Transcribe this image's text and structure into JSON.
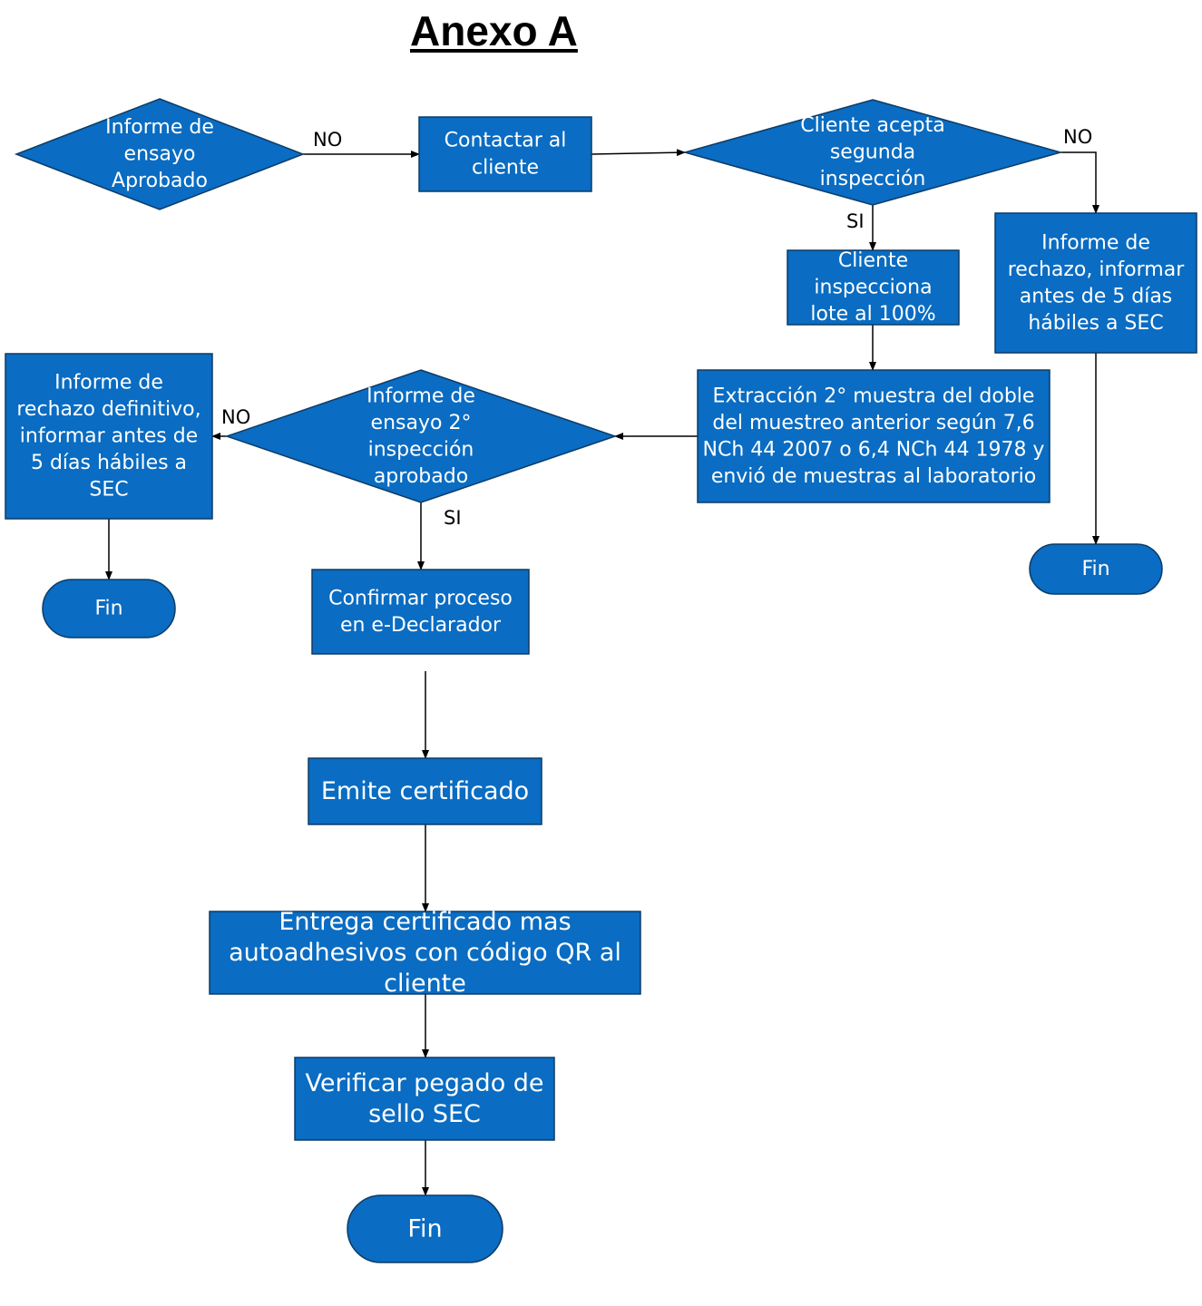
{
  "title": "Anexo A",
  "colors": {
    "node_fill": "#0a6cc2",
    "node_stroke": "#0d3b66",
    "text": "#ffffff",
    "edge": "#000000"
  },
  "nodes": {
    "d1": {
      "lines": [
        "Informe de",
        "ensayo",
        "Aprobado"
      ]
    },
    "contact": {
      "lines": [
        "Contactar al",
        "cliente"
      ]
    },
    "d2": {
      "lines": [
        "Cliente acepta",
        "segunda",
        "inspección"
      ]
    },
    "reject1": {
      "lines": [
        "Informe de",
        "rechazo, informar",
        "antes de 5 días",
        "hábiles a SEC"
      ]
    },
    "inspect": {
      "lines": [
        "Cliente",
        "inspecciona",
        "lote al 100%"
      ]
    },
    "extract": {
      "lines": [
        "Extracción 2° muestra del doble",
        "del muestreo anterior según 7,6",
        "NCh 44 2007 o 6,4 NCh 44 1978 y",
        "envió de muestras al laboratorio"
      ]
    },
    "d3": {
      "lines": [
        "Informe de",
        "ensayo 2°",
        "inspección",
        "aprobado"
      ]
    },
    "reject2": {
      "lines": [
        "Informe de",
        "rechazo definitivo,",
        "informar antes de",
        "5 días hábiles a",
        "SEC"
      ]
    },
    "fin_left": {
      "lines": [
        "Fin"
      ]
    },
    "fin_right": {
      "lines": [
        "Fin"
      ]
    },
    "confirm": {
      "lines": [
        "Confirmar proceso",
        "en e-Declarador"
      ]
    },
    "emit": {
      "lines": [
        "Emite certificado"
      ]
    },
    "deliver": {
      "lines": [
        "Entrega certificado mas",
        "autoadhesivos con código QR al",
        "cliente"
      ]
    },
    "verify": {
      "lines": [
        "Verificar pegado de",
        "sello SEC"
      ]
    },
    "fin_bottom": {
      "lines": [
        "Fin"
      ]
    }
  },
  "edge_labels": {
    "no1": "NO",
    "no2": "NO",
    "si1": "SI",
    "no3": "NO",
    "si2": "SI"
  }
}
